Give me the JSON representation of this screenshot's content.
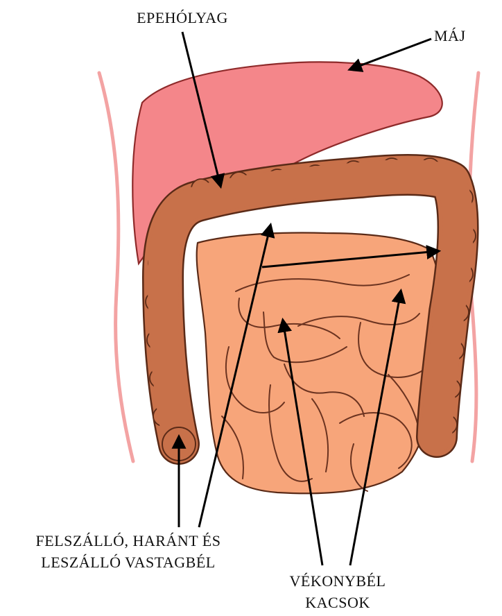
{
  "labels": {
    "gallbladder": "EPEHÓLYAG",
    "liver": "MÁJ",
    "colon_line1": "FELSZÁLLÓ, HARÁNT ÉS",
    "colon_line2": "LESZÁLLÓ VASTAGBÉL",
    "small_intestine_line1": "VÉKONYBÉL",
    "small_intestine_line2": "KACSOK"
  },
  "colors": {
    "liver": "#f4868a",
    "liver_outline": "#8e2a2a",
    "gallbladder": "#7fe86a",
    "colon": "#c8714a",
    "small_intestine": "#f7a57a",
    "body_outline": "#f3a3a3",
    "arrow": "#000000"
  }
}
